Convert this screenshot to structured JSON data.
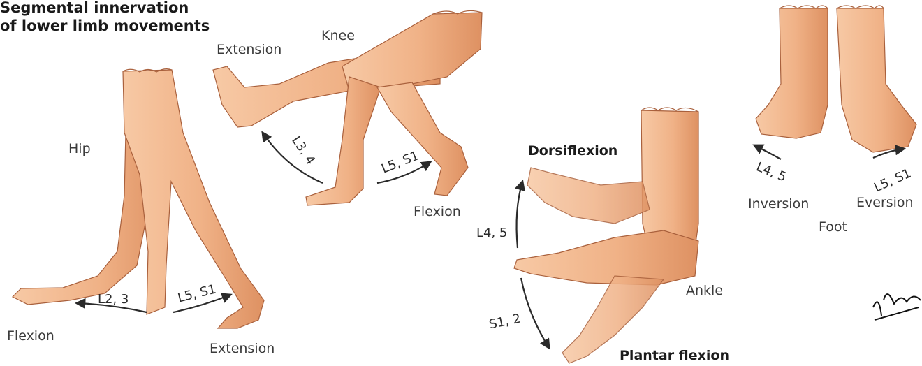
{
  "title": {
    "line1": "Segmental innervation",
    "line2": "of lower limb movements"
  },
  "colors": {
    "skin": "#f3bb92",
    "skin_shadow": "#dd8e60",
    "outline": "#a9603c",
    "arrow": "#2a2a2a"
  },
  "hip": {
    "title": "Hip",
    "flexion": "Flexion",
    "extension": "Extension",
    "flexion_segments": "L2, 3",
    "extension_segments": "L5, S1"
  },
  "knee": {
    "title": "Knee",
    "extension": "Extension",
    "flexion": "Flexion",
    "extension_segments": "L3, 4",
    "flexion_segments": "L5, S1"
  },
  "ankle": {
    "title": "Ankle",
    "dorsiflexion": "Dorsiflexion",
    "plantar_flexion": "Plantar flexion",
    "dorsiflexion_segments": "L4, 5",
    "plantar_segments": "S1, 2"
  },
  "foot": {
    "title": "Foot",
    "inversion": "Inversion",
    "eversion": "Eversion",
    "inversion_segments": "L4, 5",
    "eversion_segments": "L5, S1"
  },
  "signature": "F. Netter"
}
